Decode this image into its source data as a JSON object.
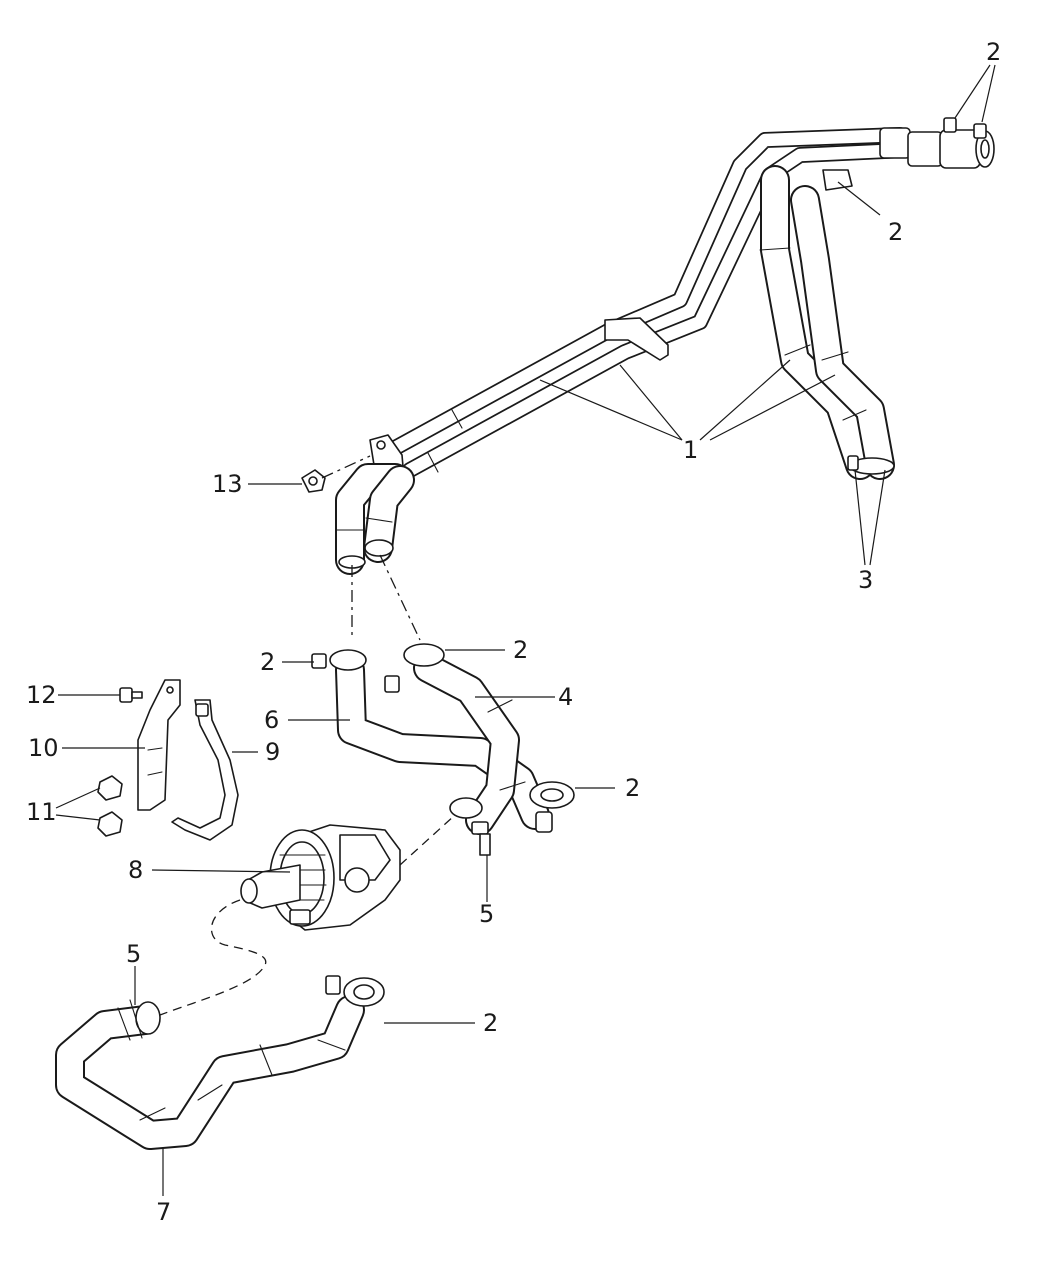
{
  "callouts": [
    {
      "label": "1"
    },
    {
      "label": "2"
    },
    {
      "label": "2"
    },
    {
      "label": "2"
    },
    {
      "label": "2"
    },
    {
      "label": "2"
    },
    {
      "label": "2"
    },
    {
      "label": "2"
    },
    {
      "label": "3"
    },
    {
      "label": "4"
    },
    {
      "label": "5"
    },
    {
      "label": "5"
    },
    {
      "label": "6"
    },
    {
      "label": "7"
    },
    {
      "label": "8"
    },
    {
      "label": "9"
    },
    {
      "label": "10"
    },
    {
      "label": "11"
    },
    {
      "label": "12"
    },
    {
      "label": "13"
    }
  ]
}
